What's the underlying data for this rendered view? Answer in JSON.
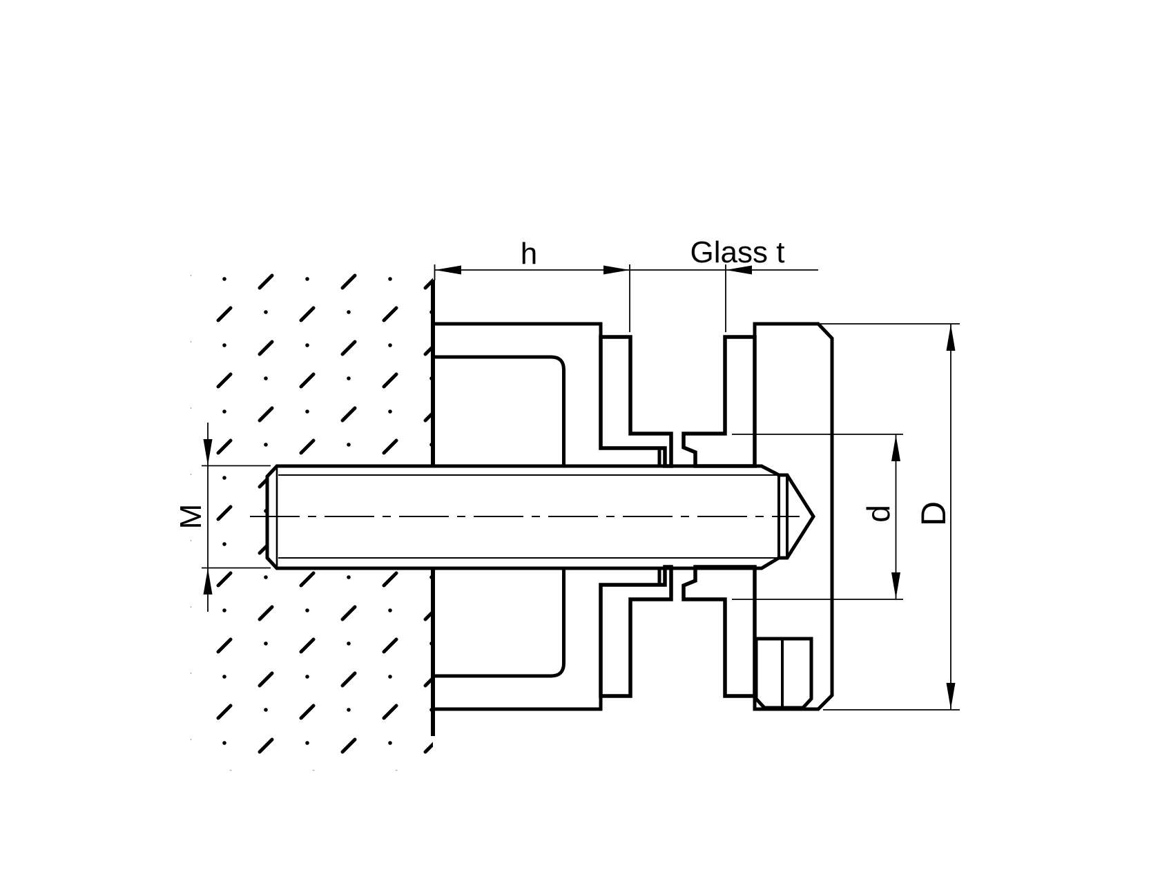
{
  "drawing": {
    "background_color": "#ffffff",
    "line_color": "#000000",
    "labels": {
      "h": "h",
      "glass_t": "Glass t",
      "thread_size": "M",
      "glass_hole_diameter": "d",
      "outer_diameter": "D"
    }
  }
}
